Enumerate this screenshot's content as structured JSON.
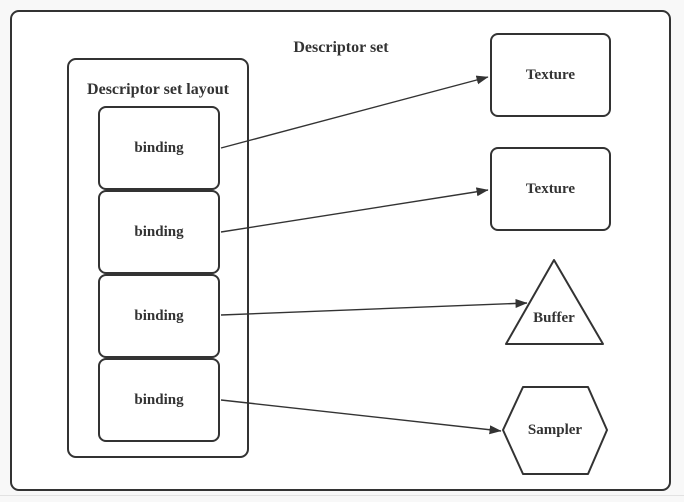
{
  "diagram": {
    "title": "Descriptor set",
    "layout_container": {
      "label": "Descriptor set layout",
      "bindings": [
        {
          "label": "binding"
        },
        {
          "label": "binding"
        },
        {
          "label": "binding"
        },
        {
          "label": "binding"
        }
      ]
    },
    "resources": [
      {
        "label": "Texture",
        "shape": "rounded-rectangle"
      },
      {
        "label": "Texture",
        "shape": "rounded-rectangle"
      },
      {
        "label": "Buffer",
        "shape": "triangle"
      },
      {
        "label": "Sampler",
        "shape": "hexagon"
      }
    ],
    "arrows": [
      {
        "from": "binding-1",
        "to": "texture-1"
      },
      {
        "from": "binding-2",
        "to": "texture-2"
      },
      {
        "from": "binding-3",
        "to": "buffer"
      },
      {
        "from": "binding-4",
        "to": "sampler"
      }
    ],
    "colors": {
      "stroke": "#333333",
      "shape_fill": "#ffffff",
      "text": "#333333",
      "page_background": "#f8f8f8"
    }
  }
}
